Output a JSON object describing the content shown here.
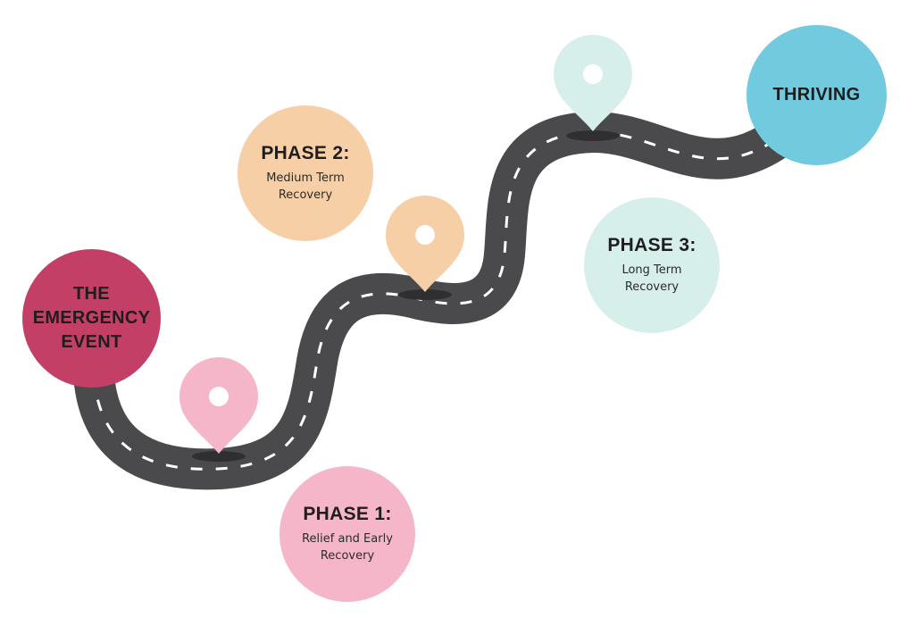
{
  "colors": {
    "road": "#4a4a4c",
    "road_marking": "#ffffff",
    "pin_shadow": "#2f2f31",
    "emergency": "#c43f66",
    "thriving": "#71cade",
    "phase1": "#f4b6c8",
    "phase2": "#f6cfa6",
    "phase3": "#d7efea"
  },
  "endpoints": {
    "start": {
      "label": "THE\nEMERGENCY\nEVENT",
      "color_key": "emergency"
    },
    "end": {
      "label": "THRIVING",
      "color_key": "thriving"
    }
  },
  "phases": [
    {
      "title": "PHASE 1:",
      "description": "Relief and Early\nRecovery",
      "color_key": "phase1"
    },
    {
      "title": "PHASE 2:",
      "description": "Medium Term\nRecovery",
      "color_key": "phase2"
    },
    {
      "title": "PHASE 3:",
      "description": "Long Term\nRecovery",
      "color_key": "phase3"
    }
  ],
  "pins": [
    {
      "icon": "map-pin-icon",
      "color_key": "phase1"
    },
    {
      "icon": "map-pin-icon",
      "color_key": "phase2"
    },
    {
      "icon": "map-pin-icon",
      "color_key": "phase3"
    }
  ]
}
